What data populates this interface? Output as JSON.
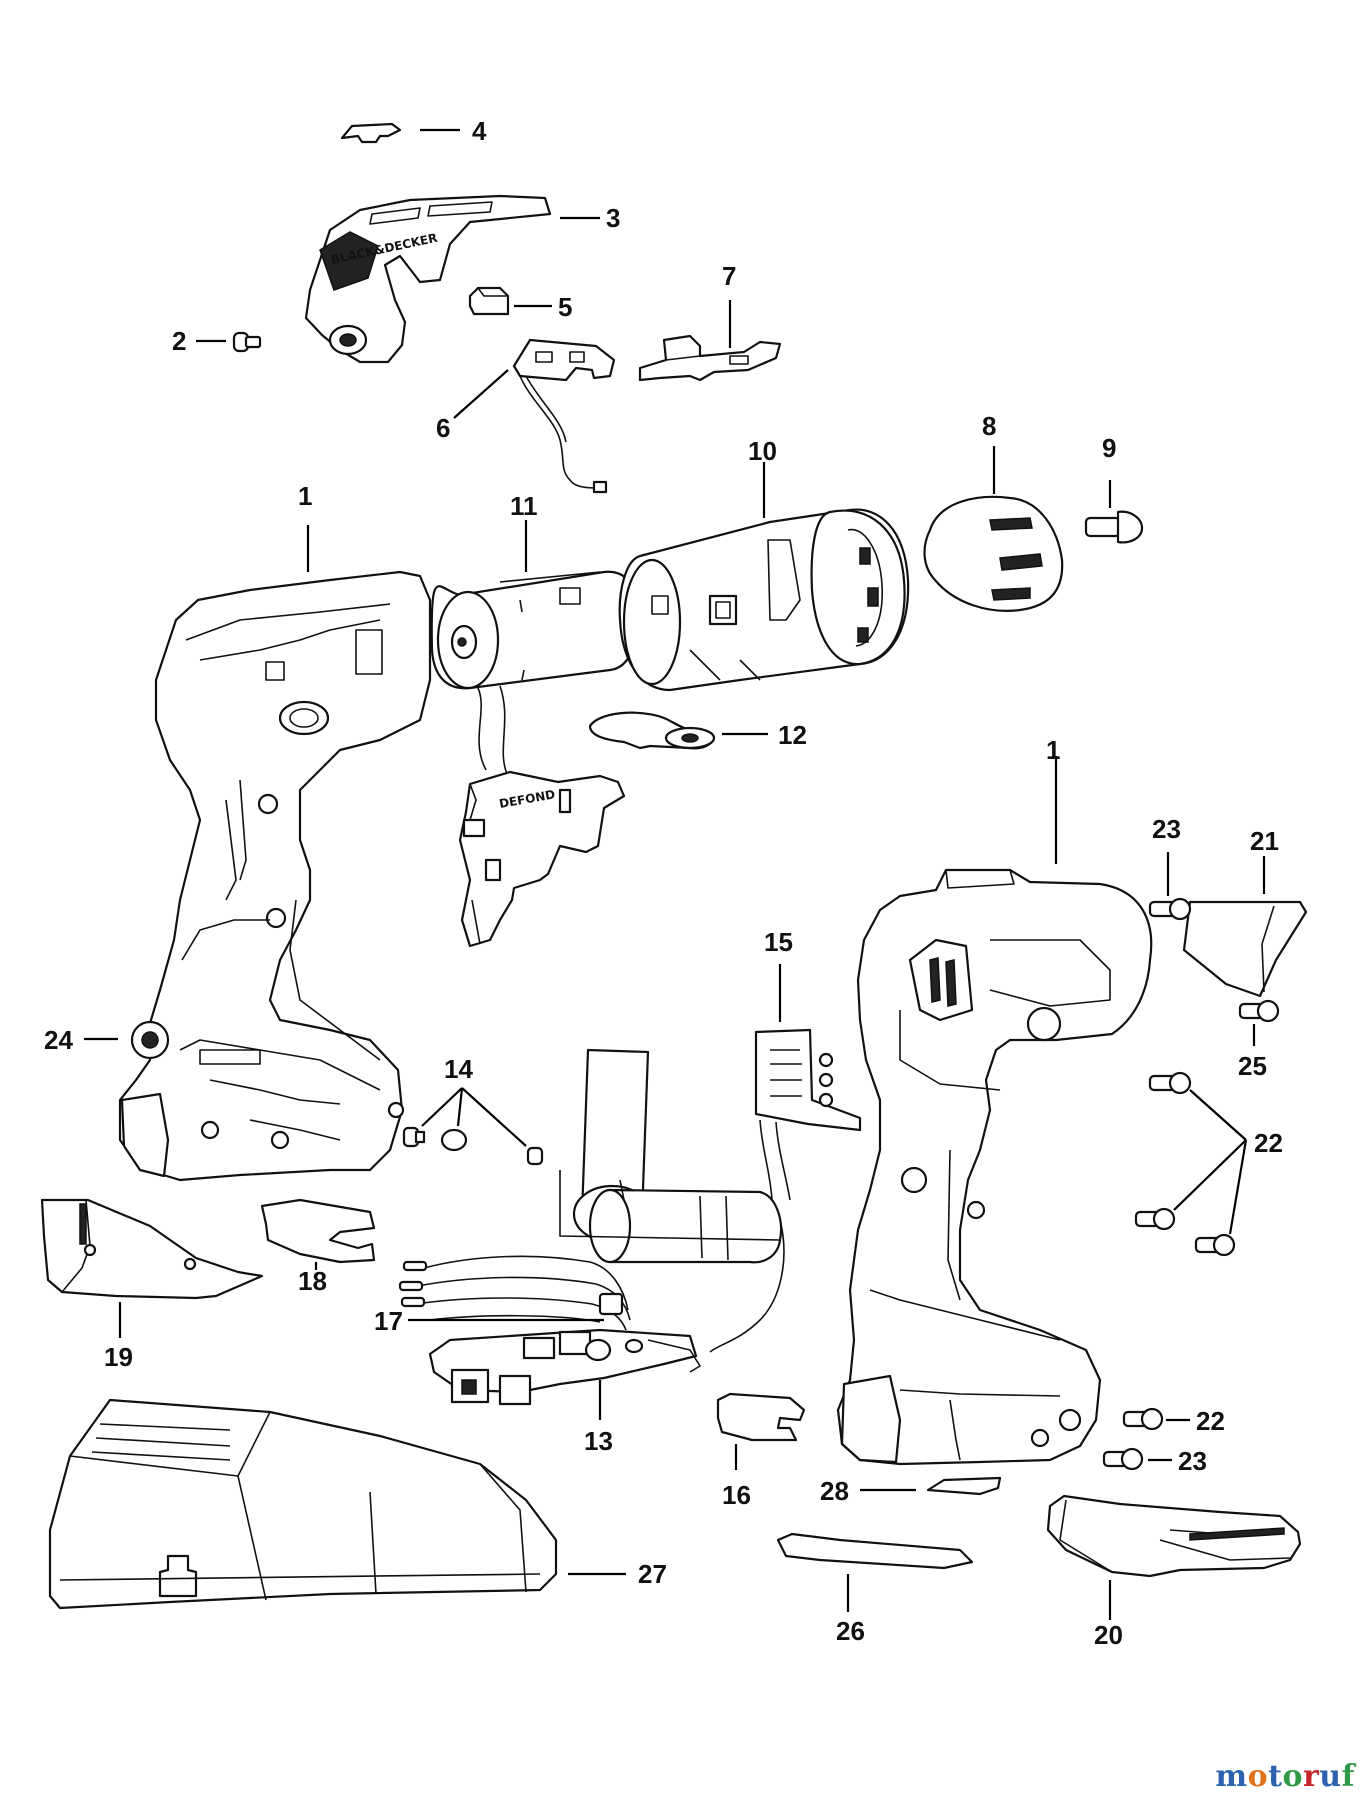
{
  "callouts": {
    "c1a": "1",
    "c1b": "1",
    "c1c": "1",
    "c2": "2",
    "c3": "3",
    "c4": "4",
    "c5": "5",
    "c6": "6",
    "c7": "7",
    "c8": "8",
    "c9": "9",
    "c10": "10",
    "c11": "11",
    "c12": "12",
    "c13": "13",
    "c14": "14",
    "c15": "15",
    "c16": "16",
    "c17": "17",
    "c18": "18",
    "c19": "19",
    "c20": "20",
    "c21": "21",
    "c22a": "22",
    "c22b": "22",
    "c23a": "23",
    "c23b": "23",
    "c24": "24",
    "c25": "25",
    "c26": "26",
    "c27": "27",
    "c28": "28"
  },
  "switch_brand": "DEFOND",
  "watermark": {
    "letters": [
      "m",
      "o",
      "t",
      "o",
      "r",
      "u",
      "f"
    ],
    "colors": [
      "#2b63b0",
      "#e0721d",
      "#2b63b0",
      "#2f9a45",
      "#c8242c",
      "#2b63b0",
      "#2f9a45"
    ]
  }
}
